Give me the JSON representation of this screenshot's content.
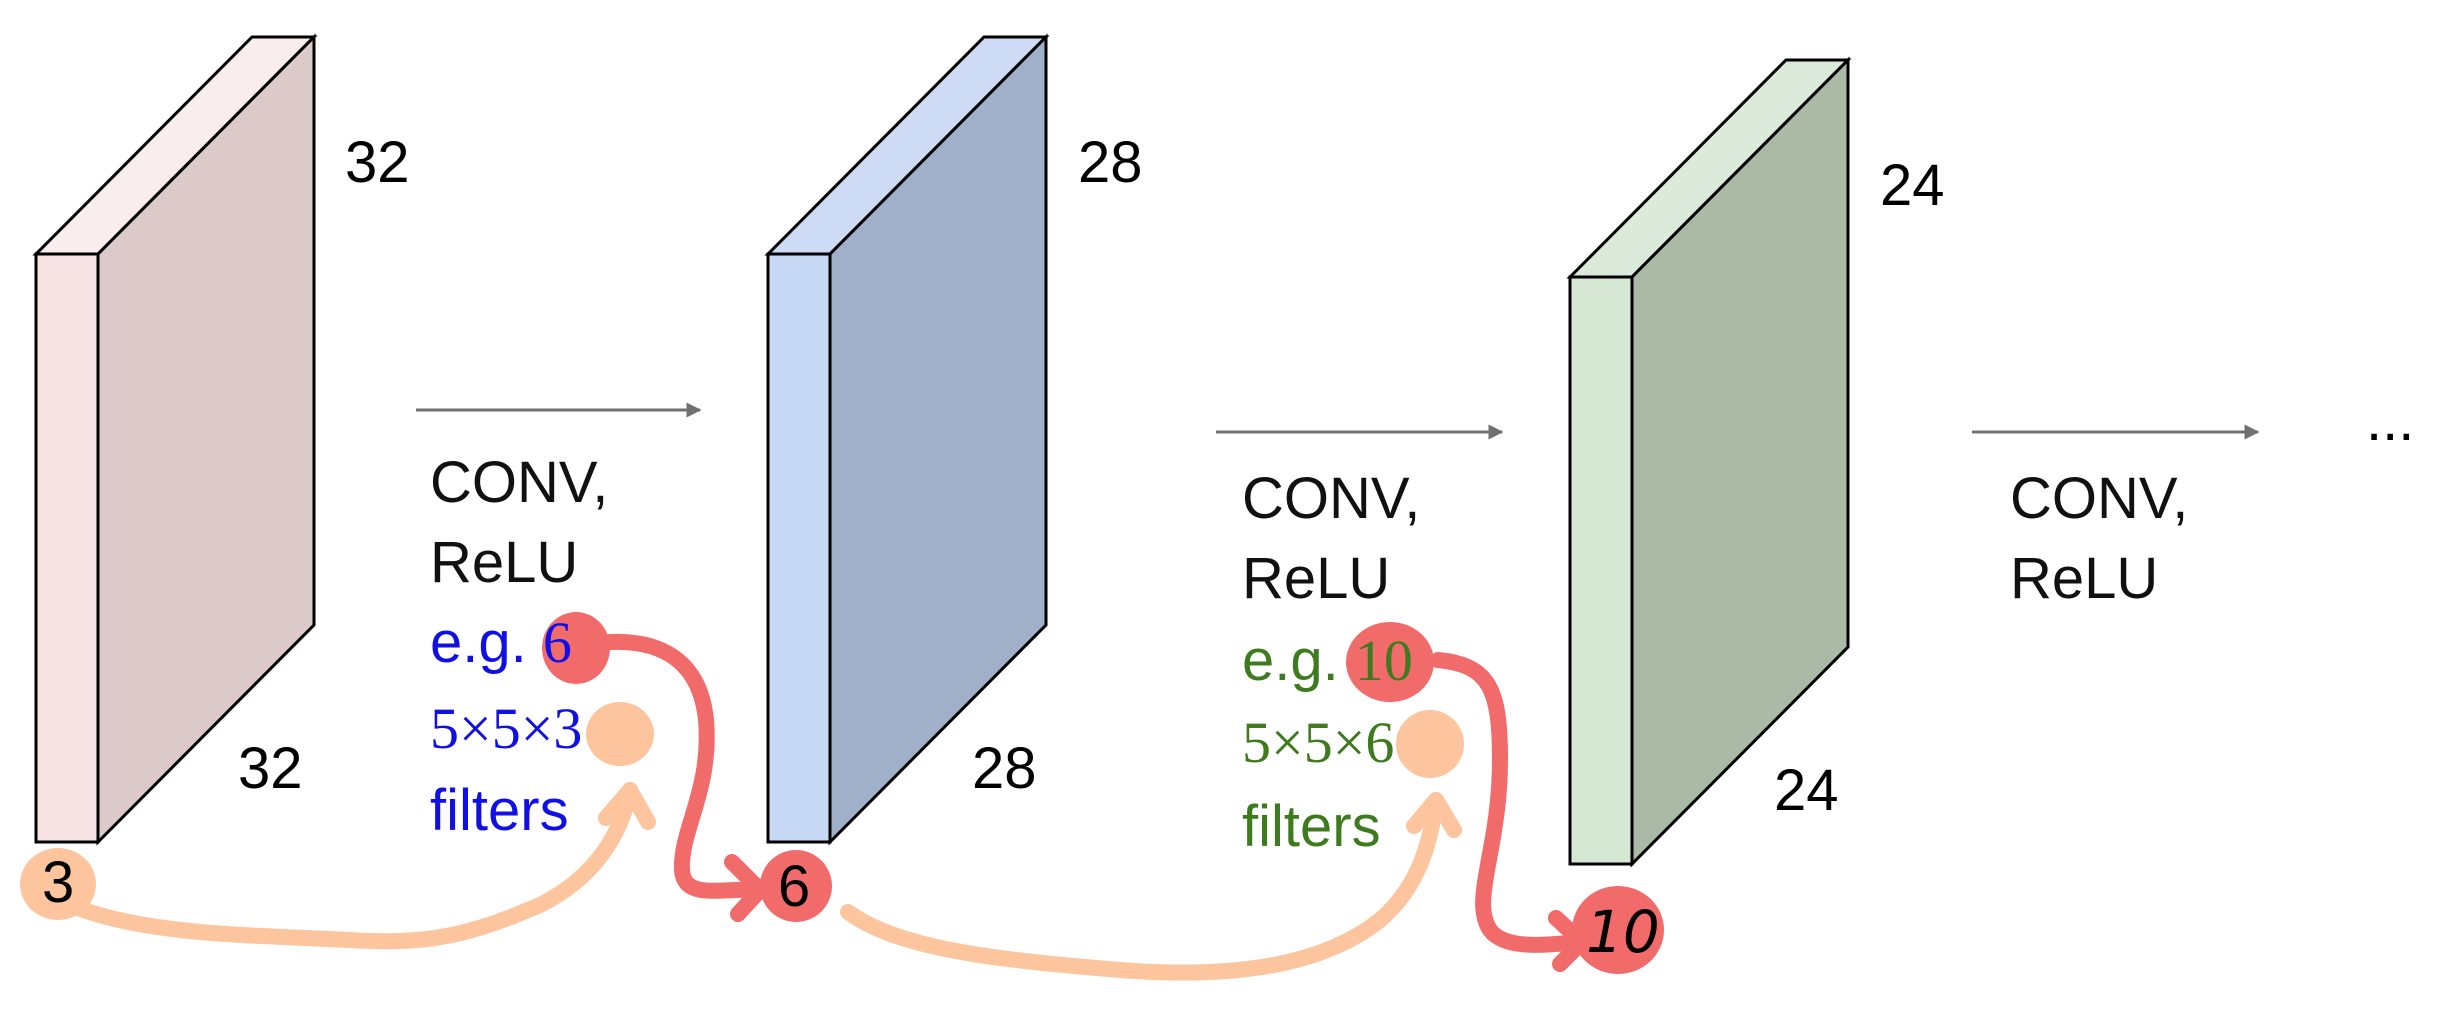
{
  "colors": {
    "volume1_front": "#f7e3e3",
    "volume1_side": "#dccaca",
    "volume1_top": "#f9eded",
    "volume2_front": "#c8d9f5",
    "volume2_side": "#a0b0c8",
    "volume2_top": "#cddcf4",
    "volume3_front": "#d6e8d4",
    "volume3_side": "#abbaa6",
    "volume3_top": "#dbeadb",
    "example1_text": "#1010e6",
    "example2_text": "#3e7a1e",
    "pen_red": "#f26b6b",
    "pen_orange": "#fcc59e",
    "arrow": "#707070"
  },
  "volumes": [
    {
      "height_label": "32",
      "width_label": "32",
      "depth_label": "3"
    },
    {
      "height_label": "28",
      "width_label": "28",
      "depth_label": "6"
    },
    {
      "height_label": "24",
      "width_label": "24",
      "depth_label": "10"
    }
  ],
  "layers": [
    {
      "line1": "CONV,",
      "line2": "ReLU",
      "example": {
        "prefix": "e.g.",
        "count": "6",
        "size_prefix": "5×5×",
        "size_depth": "3",
        "suffix": "filters"
      }
    },
    {
      "line1": "CONV,",
      "line2": "ReLU",
      "example": {
        "prefix": "e.g.",
        "count": "10",
        "size_prefix": "5×5×",
        "size_depth": "6",
        "suffix": "filters"
      }
    },
    {
      "line1": "CONV,",
      "line2": "ReLU"
    }
  ],
  "continuation": "..."
}
